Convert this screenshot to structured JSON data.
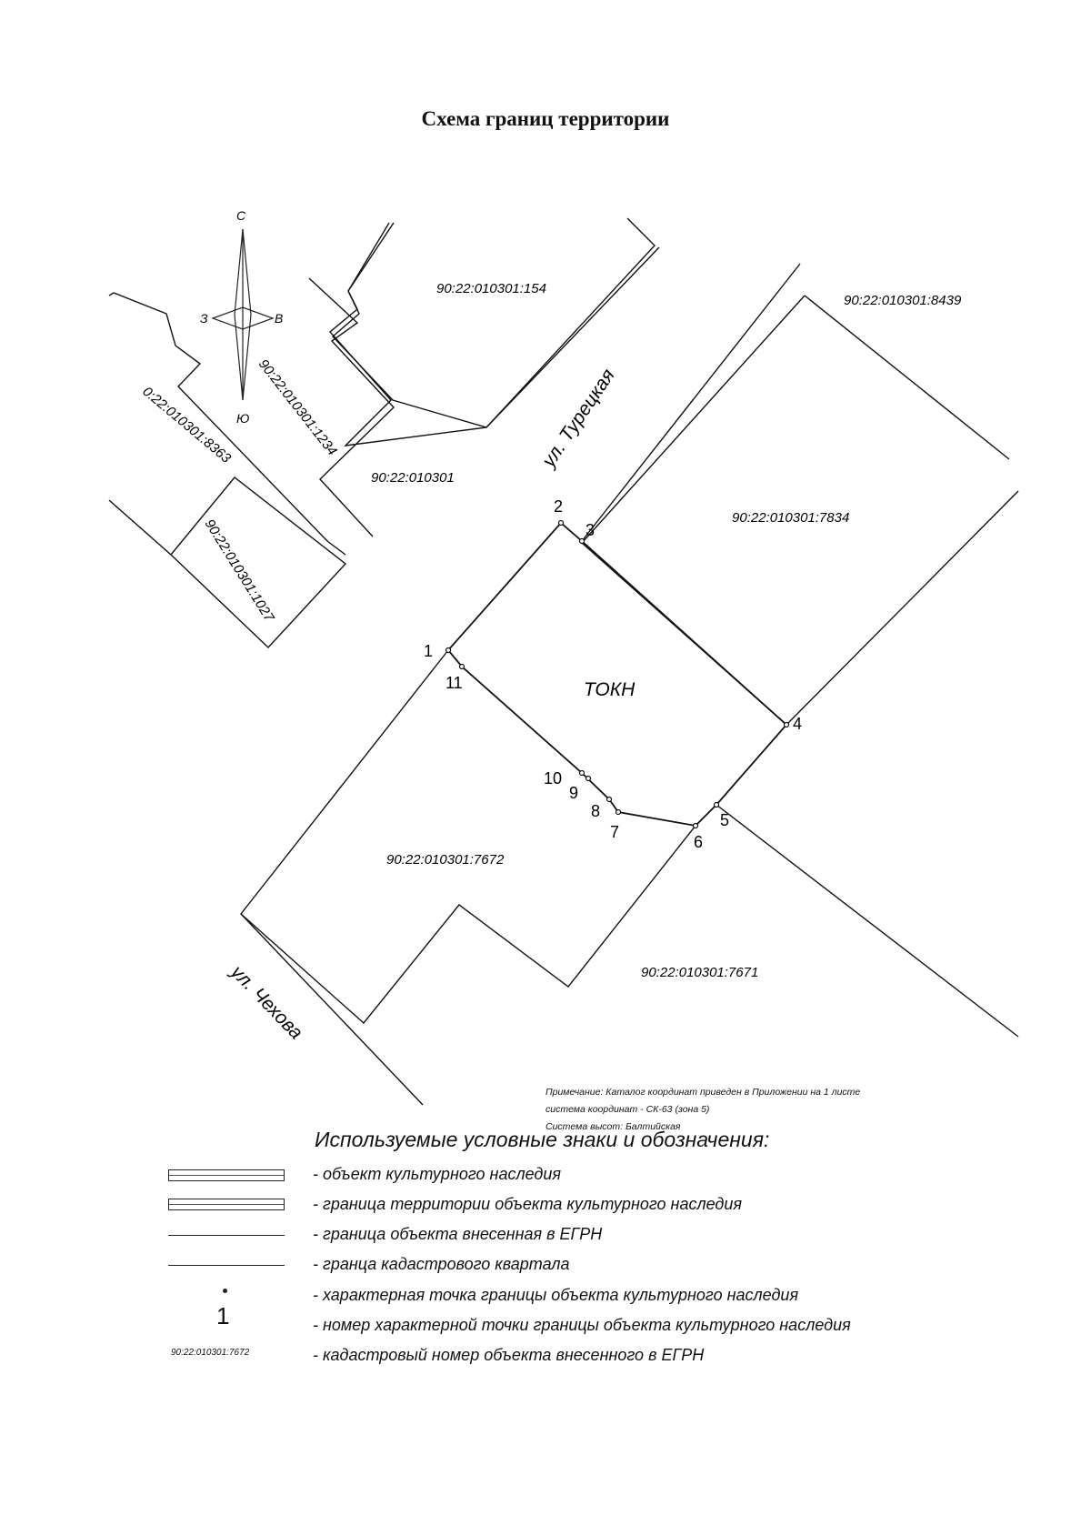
{
  "title": "Схема границ территории",
  "compass": {
    "north": "С",
    "south": "Ю",
    "west": "З",
    "east": "В"
  },
  "parcels": {
    "p154": "90:22:010301:154",
    "p8439": "90:22:010301:8439",
    "p1234": "90:22:010301:1234",
    "p8363": "0:22:010301:8363",
    "quarter": "90:22:010301",
    "p1027": "90:22:010301:1027",
    "p7834": "90:22:010301:7834",
    "p7672": "90:22:010301:7672",
    "p7671": "90:22:010301:7671",
    "object": "ТОКН"
  },
  "streets": {
    "turetskaya": "ул. Турецкая",
    "chekhova": "ул. Чехова"
  },
  "points": [
    "1",
    "2",
    "3",
    "4",
    "5",
    "6",
    "7",
    "8",
    "9",
    "10",
    "11"
  ],
  "note": {
    "line1": "Примечание: Каталог координат приведен в Приложении на 1 листе",
    "line2": "система координат - СК-63 (зона 5)",
    "line3": "Система высот: Балтийская"
  },
  "legend": {
    "title": "Используемые условные знаки и обозначения:",
    "items": [
      "- объект культурного наследия",
      "- граница территории объекта культурного наследия",
      "- граница объекта внесенная в ЕГРН",
      "- гранца кадастрового квартала",
      "- характерная точка границы объекта культурного наследия",
      "- номер характерной точки границы объекта культурного наследия",
      "- кадастровый номер объекта внесенного в ЕГРН"
    ],
    "sample_point_number": "1",
    "sample_cadastral": "90:22:010301:7672"
  }
}
